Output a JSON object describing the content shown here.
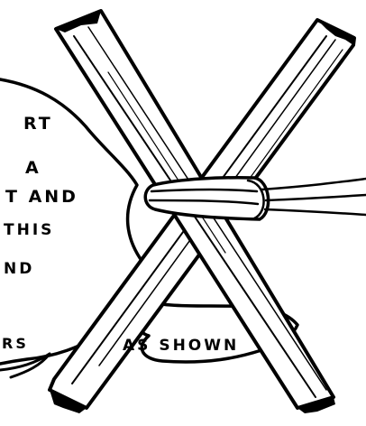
{
  "illustration": {
    "subject": "two crossed poles lashed together",
    "caption_fragments": [
      "RT",
      "A",
      "T AND",
      "THIS",
      "ND",
      "RS",
      "AS SHOWN"
    ]
  }
}
